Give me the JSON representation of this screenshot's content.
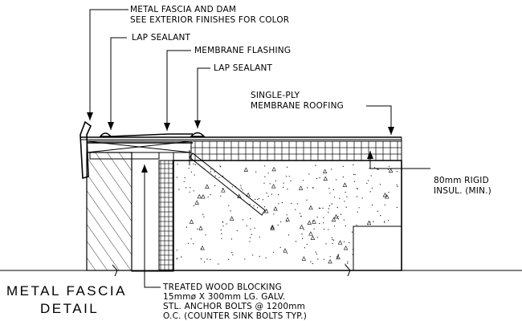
{
  "drawing": {
    "title": {
      "line1": "METAL FASCIA",
      "line2": "DETAIL"
    },
    "callouts": {
      "metal_fascia": {
        "line1": "METAL FASCIA AND DAM",
        "line2": "SEE EXTERIOR FINISHES FOR COLOR"
      },
      "lap_sealant_1": "LAP SEALANT",
      "membrane_flashing": "MEMBRANE FLASHING",
      "lap_sealant_2": "LAP SEALANT",
      "single_ply": {
        "line1": "SINGLE-PLY",
        "line2": "MEMBRANE ROOFING"
      },
      "rigid_insul": {
        "line1": "80mm RIGID",
        "line2": "INSUL. (MIN.)"
      },
      "wood_blocking": {
        "line1": "TREATED WOOD BLOCKING",
        "line2": "15mmø X 300mm LG. GALV.",
        "line3": "STL. ANCHOR BOLTS @ 1200mm",
        "line4": "O.C. (COUNTER SINK BOLTS TYP.)"
      }
    }
  }
}
